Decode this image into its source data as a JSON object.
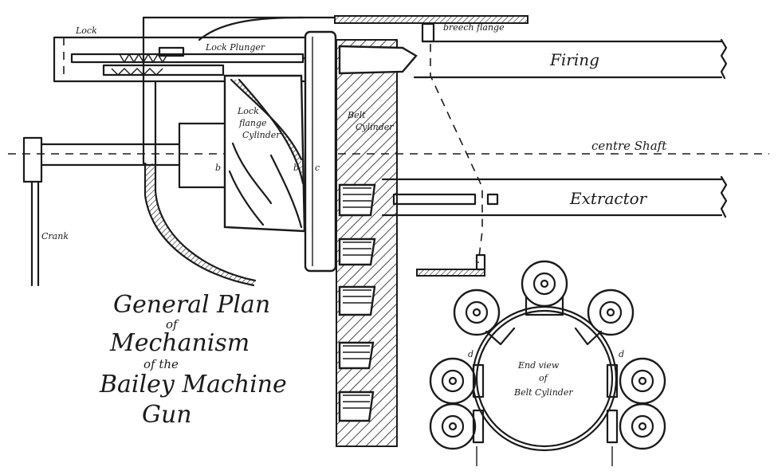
{
  "labels": {
    "lock": "Lock",
    "lock_plunger": "Lock Plunger",
    "breech_flange": "breech flange",
    "firing": "Firing",
    "lock_flange_cylinder_1": "Lock",
    "lock_flange_cylinder_2": "flange",
    "lock_flange_cylinder_3": "Cylinder",
    "belt_cylinder_1": "Belt",
    "belt_cylinder_2": "Cylinder",
    "centre_shaft": "centre Shaft",
    "extractor": "Extractor",
    "crank": "Crank",
    "b1": "b",
    "b2": "b",
    "c": "c",
    "d1": "d",
    "d2": "d",
    "end_view_1": "End view",
    "end_view_2": "of",
    "end_view_3": "Belt Cylinder"
  },
  "title": {
    "line1": "General Plan",
    "line2": "of",
    "line3": "Mechanism",
    "line4": "of the",
    "line5": "Bailey Machine",
    "line6": "Gun"
  }
}
